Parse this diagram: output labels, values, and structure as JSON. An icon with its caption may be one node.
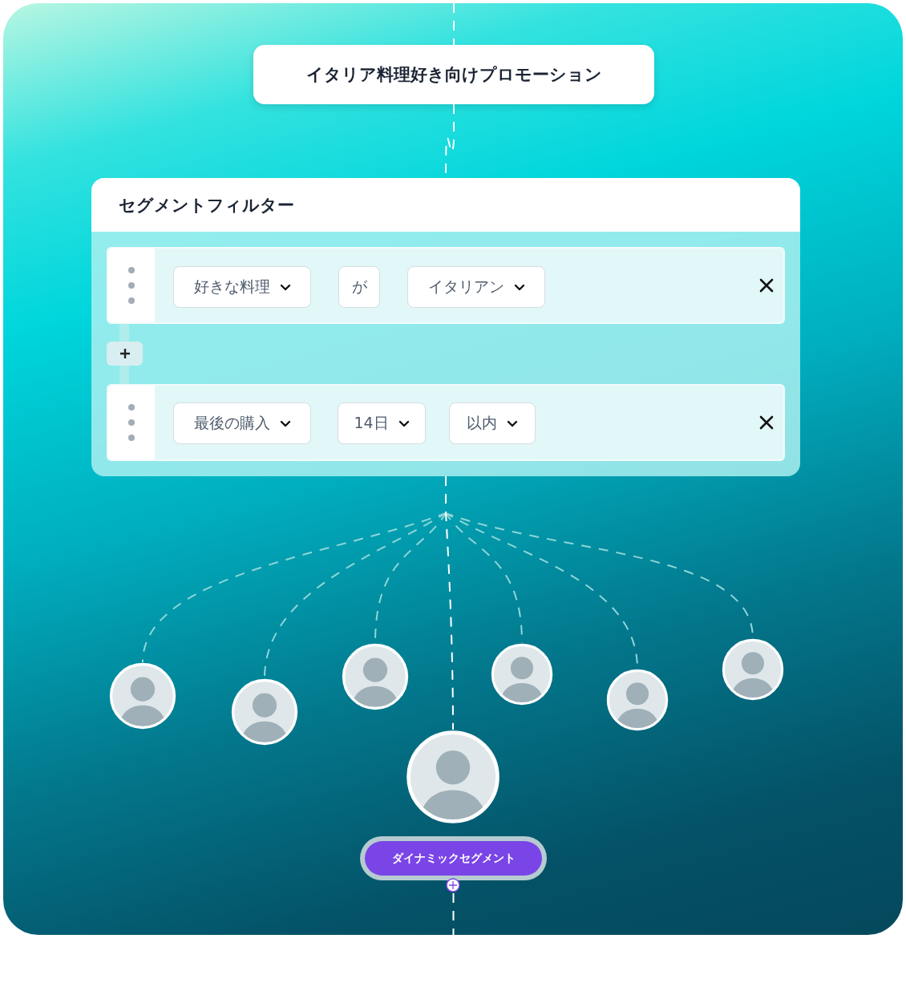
{
  "diagram": {
    "nodes": [
      {
        "text": [
          "イタリア料理好き向けプロモーション"
        ]
      },
      {
        "text": [
          "セグメントフィルター"
        ]
      },
      {
        "text": [],
        "shape": "box",
        "in": 1
      },
      {
        "text": [
          "好きな料理"
        ],
        "in": 2
      },
      {
        "text": [
          "が"
        ],
        "in": 2
      },
      {
        "text": [
          "イタリアン"
        ],
        "in": 2
      },
      {
        "text": [],
        "shape": "box",
        "in": 1
      },
      {
        "text": [
          "最後の購入"
        ],
        "in": 6
      },
      {
        "text": [
          "14日"
        ],
        "in": 6
      },
      {
        "text": [
          "以内"
        ],
        "in": 6
      },
      {
        "text": [],
        "shape": "person"
      },
      {
        "text": [],
        "shape": "person"
      },
      {
        "text": [],
        "shape": "person"
      },
      {
        "text": [],
        "shape": "person"
      },
      {
        "text": [],
        "shape": "person"
      },
      {
        "text": [],
        "shape": "person"
      },
      {
        "text": [],
        "shape": "person"
      },
      {
        "text": [
          "ダイナミックセグメント"
        ]
      }
    ],
    "edges": [
      {
        "from": null,
        "to": 0,
        "arrow": "none",
        "style": "dashed",
        "color": "#ffffff"
      },
      {
        "from": 0,
        "to": 1,
        "arrow": "none",
        "style": "dashed",
        "color": "#ffffff"
      },
      {
        "from": 1,
        "to": 10,
        "arrow": "none",
        "style": "dashed"
      },
      {
        "from": 1,
        "to": 11,
        "arrow": "none",
        "style": "dashed"
      },
      {
        "from": 1,
        "to": 12,
        "arrow": "none",
        "style": "dashed"
      },
      {
        "from": 1,
        "to": 13,
        "arrow": "none",
        "style": "dashed"
      },
      {
        "from": 1,
        "to": 14,
        "arrow": "none",
        "style": "dashed"
      },
      {
        "from": 1,
        "to": 15,
        "arrow": "none",
        "style": "dashed"
      },
      {
        "from": 1,
        "to": 16,
        "arrow": "none",
        "style": "dashed",
        "color": "#ffffff"
      },
      {
        "from": 17,
        "to": null,
        "arrow": "none",
        "style": "dashed",
        "color": "#ffffff"
      }
    ]
  }
}
